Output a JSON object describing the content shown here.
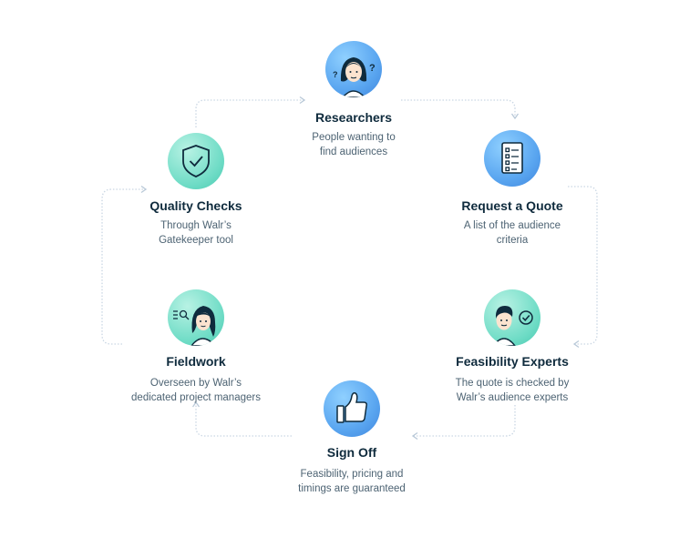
{
  "steps": [
    {
      "icon": "researcher-question-icon",
      "title": "Researchers",
      "desc": [
        "People wanting to",
        "find audiences"
      ]
    },
    {
      "icon": "quote-list-icon",
      "title": "Request a Quote",
      "desc": [
        "A list of the audience",
        "criteria"
      ]
    },
    {
      "icon": "expert-check-icon",
      "title": "Feasibility Experts",
      "desc": [
        "The quote is checked by",
        "Walr’s audience experts"
      ]
    },
    {
      "icon": "thumbs-up-icon",
      "title": "Sign Off",
      "desc": [
        "Feasibility, pricing and",
        "timings are guaranteed"
      ]
    },
    {
      "icon": "project-manager-icon",
      "title": "Fieldwork",
      "desc": [
        "Overseen by Walr’s",
        "dedicated project managers"
      ]
    },
    {
      "icon": "shield-check-icon",
      "title": "Quality Checks",
      "desc": [
        "Through Walr’s",
        "Gatekeeper tool"
      ]
    }
  ],
  "colors": {
    "blue": "#5aa6f0",
    "green": "#6fdcc6",
    "title": "#0f2b3d",
    "text": "#4d6373",
    "connector": "#c9d6e3"
  }
}
